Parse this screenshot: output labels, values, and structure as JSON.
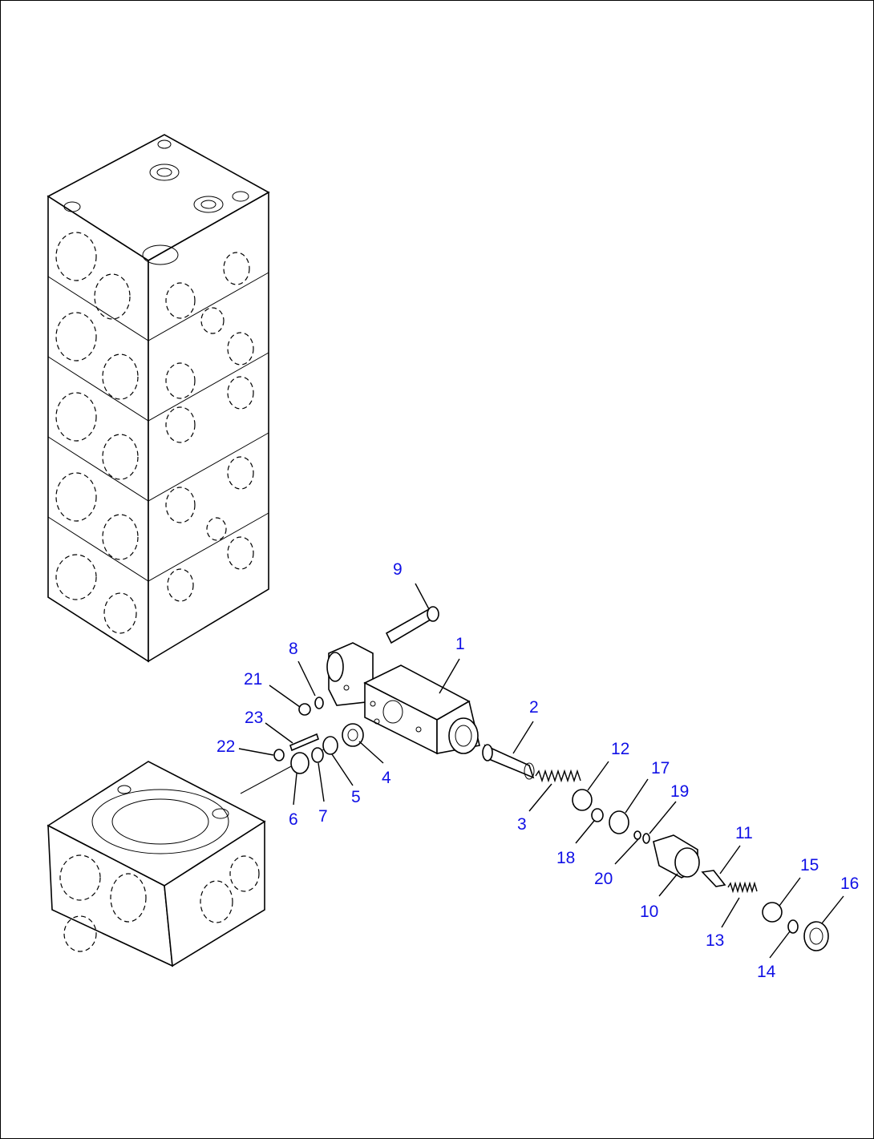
{
  "diagram": {
    "callouts": [
      "1",
      "2",
      "3",
      "4",
      "5",
      "6",
      "7",
      "8",
      "9",
      "10",
      "11",
      "12",
      "13",
      "14",
      "15",
      "16",
      "17",
      "18",
      "19",
      "20",
      "21",
      "22",
      "23"
    ]
  }
}
